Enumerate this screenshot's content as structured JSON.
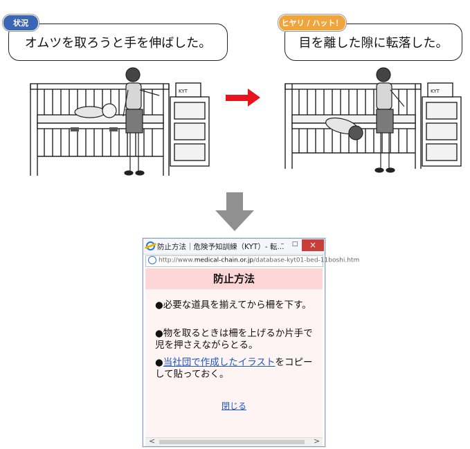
{
  "left_panel": {
    "tag": "状況",
    "bubble_text": "オムツを取ろうと手を伸ばした。",
    "cabinet_label": "KYT"
  },
  "right_panel": {
    "tag": "ヒヤリ / ハット！",
    "bubble_text": "目を離した隙に転落した。",
    "cabinet_label": "KYT"
  },
  "colors": {
    "right_arrow": "#e8141b",
    "down_arrow": "#909090",
    "tag_blue": "#3a66b3",
    "tag_orange": "#f0a53c",
    "content_bg": "#fff4f4",
    "heading_bg": "#fdd6d6"
  },
  "browser": {
    "title": "防止方法｜危険予知訓練（KYT）- 転...",
    "url_prefix": "http://www.",
    "url_domain": "medical-chain.or.jp",
    "url_path": "/database-kyt01-bed-11boshi.htm",
    "min_glyph": "–",
    "max_glyph": "□",
    "close_glyph": "×",
    "heading": "防止方法",
    "items": [
      {
        "bullet": "●",
        "text": "必要な道具を揃えてから柵を下す。"
      },
      {
        "bullet": "●",
        "text": "物を取るときは柵を上げるか片手で児を押さえながらとる。"
      }
    ],
    "item3": {
      "bullet": "●",
      "link_text": "当社団で作成したイラスト",
      "rest_text": "をコピーして貼っておく。"
    },
    "close_link": "閉じる",
    "scroll_left": "<",
    "scroll_right": ">"
  }
}
